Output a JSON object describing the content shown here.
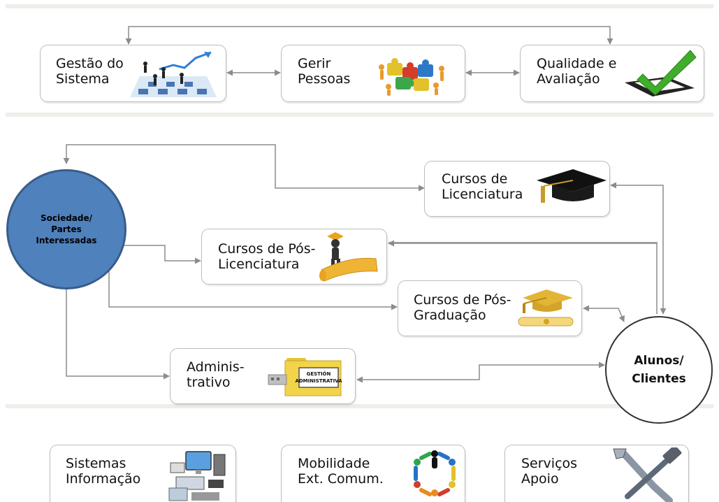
{
  "top": {
    "gestao": {
      "line1": "Gestão do",
      "line2": "Sistema"
    },
    "pessoas": {
      "line1": "Gerir",
      "line2": "Pessoas"
    },
    "qualidade": {
      "line1": "Qualidade e",
      "line2": "Avaliação"
    }
  },
  "middle": {
    "sociedade": {
      "line1": "Sociedade/",
      "line2": "Partes",
      "line3": "Interessadas"
    },
    "alunos": {
      "line1": "Alunos/",
      "line2": "Clientes"
    },
    "licenciatura": {
      "line1": "Cursos de",
      "line2": "Licenciatura"
    },
    "pos_licenciatura": {
      "line1": "Cursos de Pós-",
      "line2": "Licenciatura"
    },
    "pos_graduacao": {
      "line1": "Cursos de Pós-",
      "line2": "Graduação"
    },
    "administrativo": {
      "line1": "Adminis-",
      "line2": "trativo",
      "folder_line1": "GESTIÓN",
      "folder_line2": "ADMINISTRATIVA"
    }
  },
  "bottom": {
    "sistemas": {
      "line1": "Sistemas",
      "line2": "Informação"
    },
    "mobilidade": {
      "line1": "Mobilidade",
      "line2": "Ext. Comum."
    },
    "servicos": {
      "line1": "Serviços",
      "line2": "Apoio"
    }
  },
  "colors": {
    "sociedade_fill": "#4f81bd",
    "connector": "#8c8c8c",
    "check": "#3fae2a",
    "chart_line": "#2f7fd6"
  }
}
